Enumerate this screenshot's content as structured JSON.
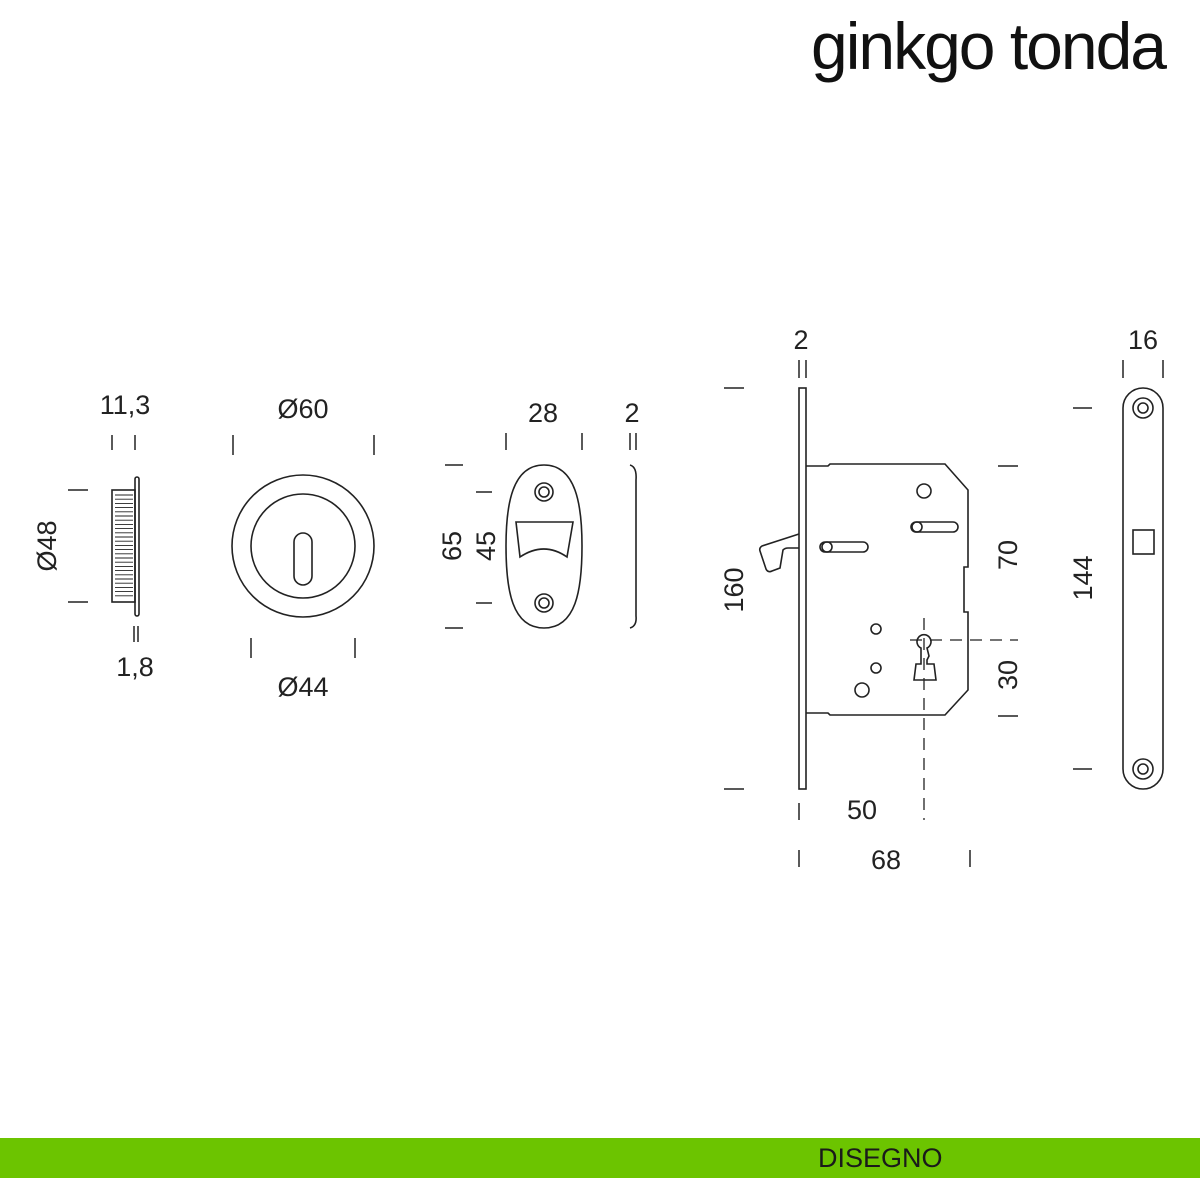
{
  "header": {
    "title": "ginkgo tonda"
  },
  "footer": {
    "label": "DISEGNO",
    "color": "#6cc400"
  },
  "drawing": {
    "rosette_side": {
      "depth": "11,3",
      "plate_thickness": "1,8",
      "diameter": "Ø48"
    },
    "rosette_front": {
      "outer_diameter": "Ø60",
      "inner_diameter": "Ø44"
    },
    "strike_plate": {
      "width": "28",
      "height": "65",
      "hole_spacing": "45",
      "thickness": "2"
    },
    "lock_body": {
      "faceplate_thickness": "2",
      "faceplate_height": "160",
      "height_top": "70",
      "height_bottom": "30",
      "backset": "50",
      "depth": "68"
    },
    "faceplate_front": {
      "width": "16",
      "hole_spacing": "144"
    }
  }
}
